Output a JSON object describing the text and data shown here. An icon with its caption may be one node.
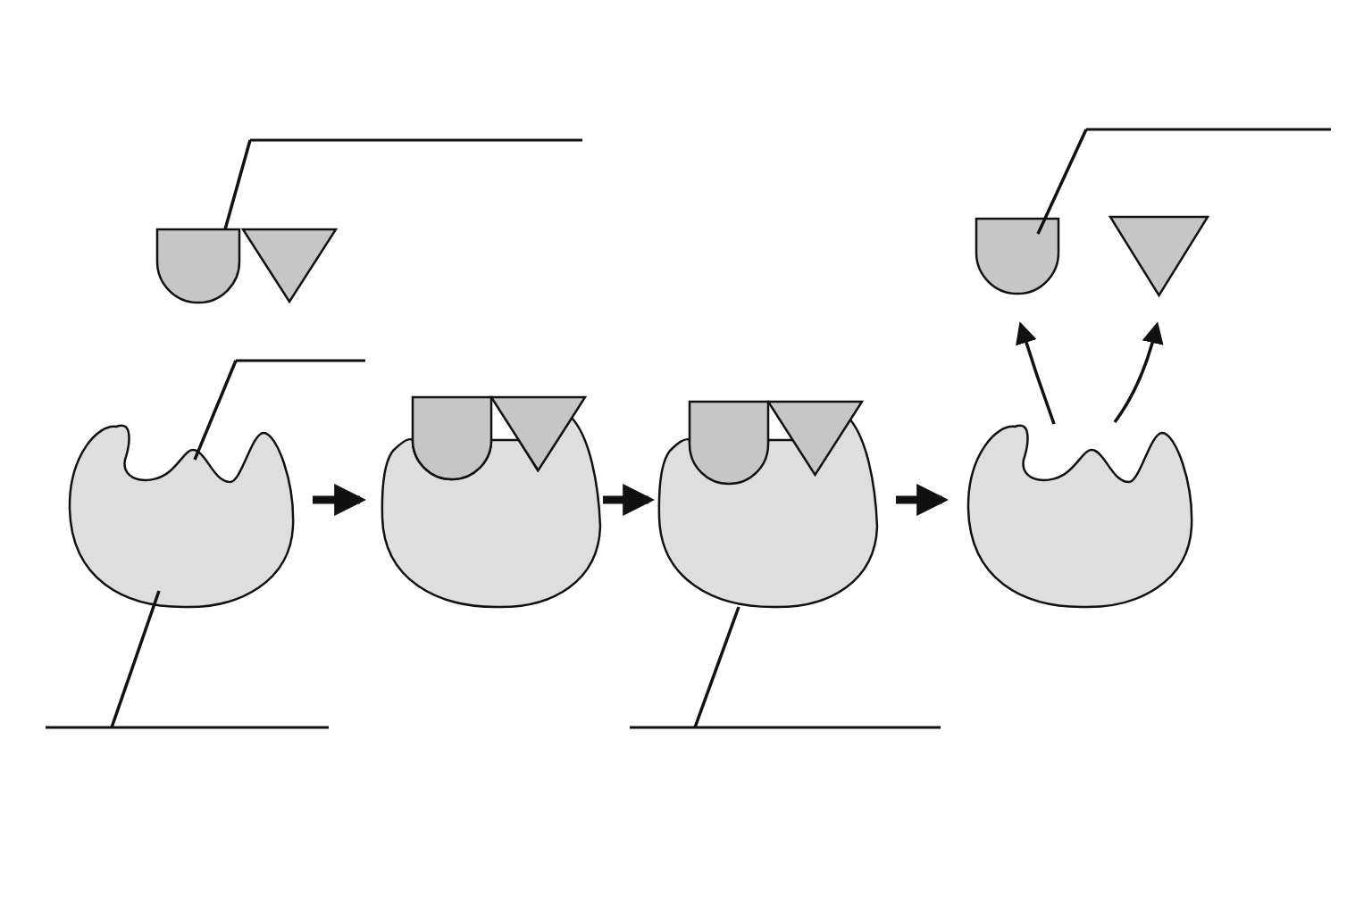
{
  "diagram": {
    "nodes": [
      {
        "text": [],
        "shape": "line"
      },
      {
        "text": [],
        "shape": "semicircle"
      },
      {
        "text": [],
        "shape": "triangle"
      },
      {
        "text": [],
        "shape": "line"
      },
      {
        "text": [],
        "shape": "blob"
      },
      {
        "text": [],
        "shape": "blob"
      },
      {
        "text": [],
        "shape": "semicircle"
      },
      {
        "text": [],
        "shape": "triangle"
      },
      {
        "text": [],
        "shape": "blob"
      },
      {
        "text": [],
        "shape": "semicircle"
      },
      {
        "text": [],
        "shape": "triangle"
      },
      {
        "text": [],
        "shape": "blob"
      },
      {
        "text": [],
        "shape": "line"
      },
      {
        "text": [],
        "shape": "semicircle"
      },
      {
        "text": [],
        "shape": "triangle"
      },
      {
        "text": [],
        "shape": "line"
      },
      {
        "text": [],
        "shape": "line"
      }
    ],
    "edges": [
      {
        "from": 0,
        "to": 1,
        "arrow": "none"
      },
      {
        "from": 3,
        "to": 4,
        "arrow": "none"
      },
      {
        "from": 15,
        "to": 4,
        "arrow": "none"
      },
      {
        "from": 16,
        "to": 8,
        "arrow": "none"
      },
      {
        "from": 12,
        "to": 13,
        "arrow": "none"
      },
      {
        "from": 4,
        "to": 5,
        "arrow": "to",
        "style": "thick"
      },
      {
        "from": 5,
        "to": 8,
        "arrow": "to",
        "style": "thick"
      },
      {
        "from": 8,
        "to": 11,
        "arrow": "to",
        "style": "thick"
      },
      {
        "from": 11,
        "to": 13,
        "arrow": "to"
      },
      {
        "from": 11,
        "to": 14,
        "arrow": "to"
      }
    ]
  }
}
